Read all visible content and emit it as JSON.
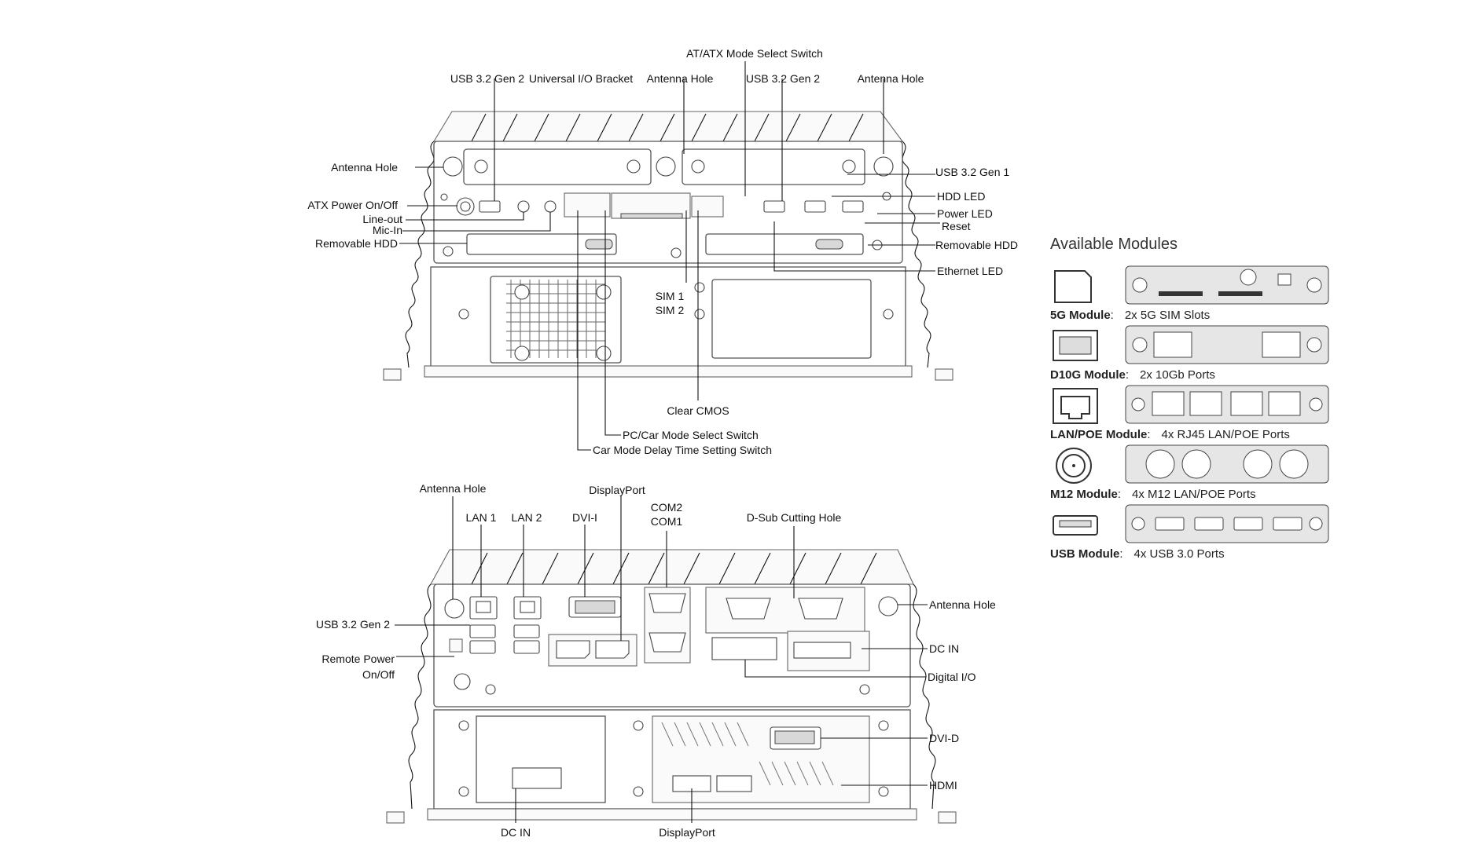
{
  "top_view": {
    "labels": {
      "at_atx_switch": "AT/ATX Mode Select Switch",
      "usb_gen2_left": "USB 3.2 Gen 2",
      "universal_io": "Universal I/O Bracket",
      "antenna_center": "Antenna Hole",
      "usb_gen2_right": "USB 3.2 Gen 2",
      "antenna_right": "Antenna Hole",
      "antenna_left": "Antenna Hole",
      "usb_gen1": "USB 3.2 Gen 1",
      "atx_power": "ATX Power On/Off",
      "hdd_led": "HDD LED",
      "line_out": "Line-out",
      "power_led": "Power LED",
      "mic_in": "Mic-In",
      "reset": "Reset",
      "removable_hdd_left": "Removable HDD",
      "removable_hdd_right": "Removable HDD",
      "ethernet_led": "Ethernet LED",
      "sim1": "SIM 1",
      "sim2": "SIM 2",
      "clear_cmos": "Clear CMOS",
      "pc_car_switch": "PC/Car Mode Select Switch",
      "car_delay_switch": "Car Mode Delay Time Setting Switch"
    }
  },
  "bottom_view": {
    "labels": {
      "antenna_left": "Antenna Hole",
      "displayport_top": "DisplayPort",
      "com2": "COM2",
      "com1": "COM1",
      "lan1": "LAN 1",
      "lan2": "LAN 2",
      "dvi_i": "DVI-I",
      "dsub_cutting": "D-Sub Cutting Hole",
      "antenna_right": "Antenna Hole",
      "usb_gen2": "USB 3.2 Gen 2",
      "dc_in_right": "DC IN",
      "remote_power_1": "Remote Power",
      "remote_power_2": "On/Off",
      "digital_io": "Digital I/O",
      "dvi_d": "DVI-D",
      "hdmi": "HDMI",
      "dc_in_bottom": "DC IN",
      "displayport_bottom": "DisplayPort"
    }
  },
  "modules": {
    "title": "Available Modules",
    "items": [
      {
        "name": "5G Module",
        "desc": "2x 5G SIM Slots"
      },
      {
        "name": "D10G Module",
        "desc": "2x 10Gb Ports"
      },
      {
        "name": "LAN/POE Module",
        "desc": "4x RJ45 LAN/POE Ports"
      },
      {
        "name": "M12 Module",
        "desc": "4x M12 LAN/POE Ports"
      },
      {
        "name": "USB Module",
        "desc": "4x USB 3.0 Ports"
      }
    ]
  }
}
